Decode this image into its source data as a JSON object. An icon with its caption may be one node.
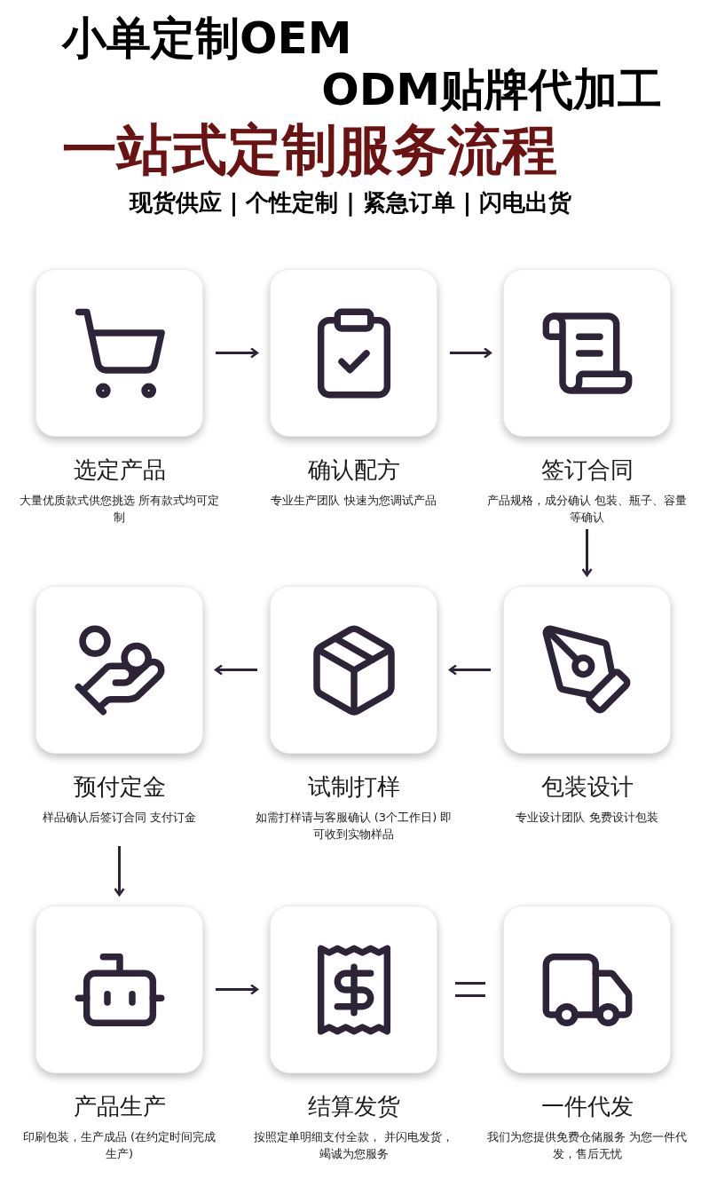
{
  "diagram": {
    "nodes": [
      {
        "text": [
          "选定产品",
          "大量优质款式供您挑选 所有款式均可定制"
        ]
      },
      {
        "text": [
          "确认配方",
          "专业生产团队 快速为您调试产品"
        ]
      },
      {
        "text": [
          "签订合同",
          "产品规格，成分确认 包装、瓶子、容量等确认"
        ]
      },
      {
        "text": [
          "预付定金",
          "样品确认后签订合同 支付订金"
        ]
      },
      {
        "text": [
          "试制打样",
          "如需打样请与客服确认 (3个工作日) 即可收到实物样品"
        ]
      },
      {
        "text": [
          "包装设计",
          "专业设计团队 免费设计包装"
        ]
      },
      {
        "text": [
          "产品生产",
          "印刷包装，生产成品 (在约定时间完成生产)"
        ]
      },
      {
        "text": [
          "结算发货",
          "按照定单明细支付全款， 并闪电发货，竭诚为您服务"
        ]
      },
      {
        "text": [
          "一件代发",
          "我们为您提供免费仓储服务 为您一件代发，售后无忧"
        ]
      }
    ],
    "edges": [
      {
        "from": 0,
        "to": 1,
        "arrow": "to"
      },
      {
        "from": 1,
        "to": 2,
        "arrow": "to"
      },
      {
        "from": 2,
        "to": 5,
        "arrow": "to"
      },
      {
        "from": 5,
        "to": 4,
        "arrow": "to"
      },
      {
        "from": 4,
        "to": 3,
        "arrow": "to"
      },
      {
        "from": 3,
        "to": 6,
        "arrow": "to"
      },
      {
        "from": 6,
        "to": 7,
        "arrow": "to"
      },
      {
        "from": 7,
        "to": 8,
        "arrow": "none"
      }
    ],
    "labels": [
      "小单定制OEM",
      "ODM贴牌代加工",
      "一站式定制服务流程",
      "现货供应 | 个性定制 | 紧急订单 | 闪电出货"
    ]
  }
}
